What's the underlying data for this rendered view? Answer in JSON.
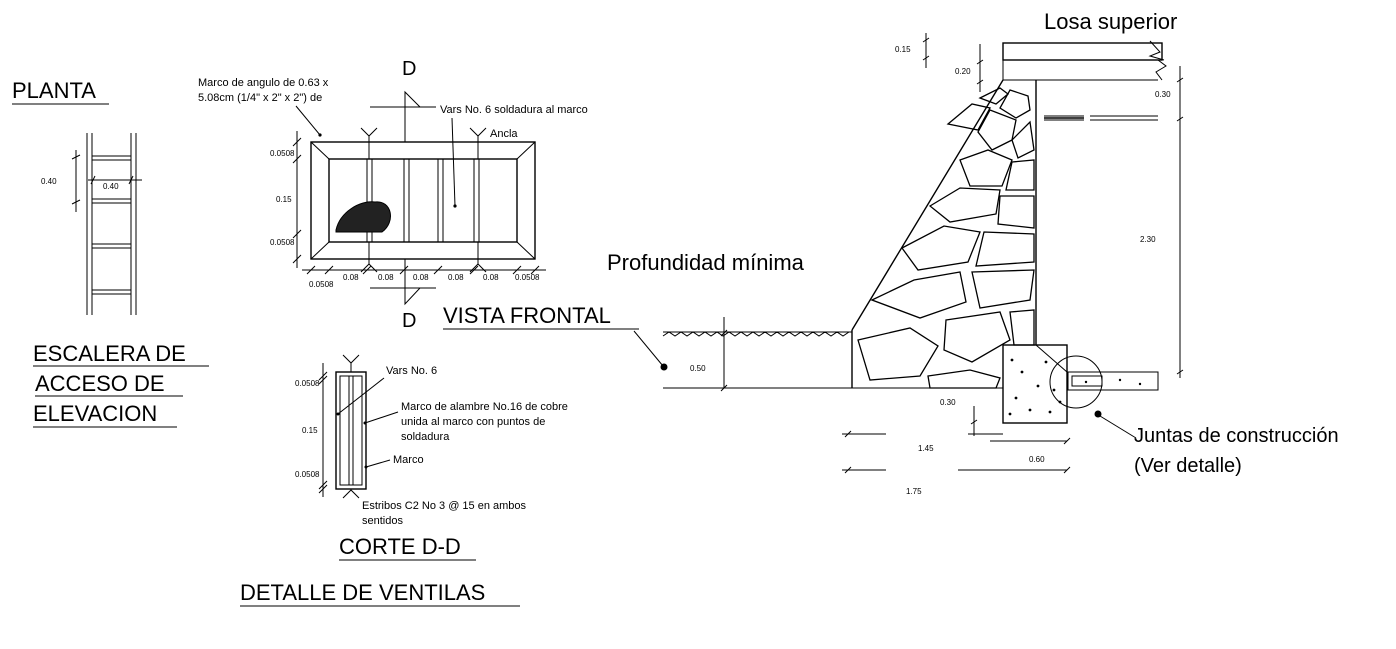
{
  "planta": {
    "title": "PLANTA",
    "dim_outer": "0.40",
    "dim_inner": "0.40"
  },
  "escalera": {
    "line1": "ESCALERA DE",
    "line2": "ACCESO DE",
    "line3": "ELEVACION"
  },
  "ventila": {
    "note_marco_line1": "Marco de angulo de 0.63 x",
    "note_marco_line2": "5.08cm (1/4\" x 2\" x 2\") de",
    "section_top": "D",
    "section_bottom": "D",
    "note_vars": "Vars No. 6 soldadura al marco",
    "note_ancla": "Ancla",
    "dim_v_top": "0.0508",
    "dim_v_mid": "0.15",
    "dim_v_bot": "0.0508",
    "dims_h": [
      "0.0508",
      "0.08",
      "0.08",
      "0.08",
      "0.08",
      "0.08",
      "0.0508"
    ]
  },
  "corte": {
    "note_vars": "Vars No. 6",
    "note_alambre_line1": "Marco de alambre No.16 de cobre",
    "note_alambre_line2": "unida al marco con puntos de",
    "note_alambre_line3": "soldadura",
    "note_marco": "Marco",
    "note_estribos_line1": "Estribos C2 No 3 @ 15 en ambos",
    "note_estribos_line2": "sentidos",
    "dim_top": "0.0508",
    "dim_mid": "0.15",
    "dim_bot": "0.0508",
    "title": "CORTE D-D"
  },
  "detalle_title": "DETALLE DE VENTILAS",
  "vista": {
    "title": "VISTA FRONTAL",
    "profundidad": "Profundidad mínima",
    "losa": "Losa superior",
    "juntas_line1": "Juntas de construcción",
    "juntas_line2": "(Ver detalle)",
    "dim_015": "0.15",
    "dim_020": "0.20",
    "dim_030_top": "0.30",
    "dim_230": "2.30",
    "dim_050": "0.50",
    "dim_030_bot": "0.30",
    "dim_145": "1.45",
    "dim_060": "0.60",
    "dim_175": "1.75"
  }
}
